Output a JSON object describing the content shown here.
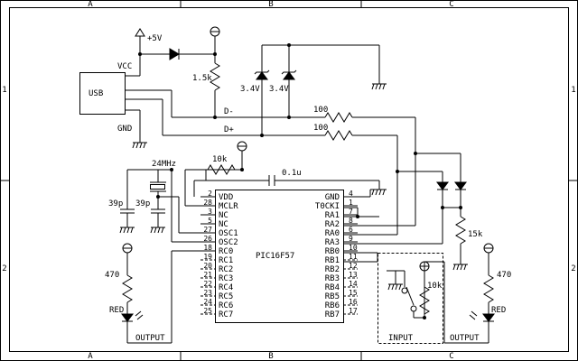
{
  "frame": {
    "columns": [
      "A",
      "B",
      "C"
    ],
    "rows": [
      "1",
      "2"
    ]
  },
  "usb": {
    "label": "USB",
    "vcc": "VCC",
    "gnd": "GND",
    "dminus": "D-",
    "dplus": "D+"
  },
  "supply": {
    "plus5v": "+5V"
  },
  "parts": {
    "r_pullup": "1.5k",
    "zener1": "3.4V",
    "zener2": "3.4V",
    "r_d1": "100",
    "r_d2": "100",
    "r_mclr": "10k",
    "c_bypass": "0.1u",
    "crystal": "24MHz",
    "c1": "39p",
    "c2": "39p",
    "r_led_left": "470",
    "r_led_right": "470",
    "led_left": "RED",
    "led_right": "RED",
    "r_pulldown": "15k",
    "r_input": "10k"
  },
  "chip": {
    "name": "PIC16F57",
    "left_pins": [
      {
        "num": "2",
        "name": "VDD"
      },
      {
        "num": "28",
        "name": "MCLR"
      },
      {
        "num": "3",
        "name": "NC"
      },
      {
        "num": "5",
        "name": "NC"
      },
      {
        "num": "27",
        "name": "OSC1"
      },
      {
        "num": "26",
        "name": "OSC2"
      },
      {
        "num": "18",
        "name": "RC0"
      },
      {
        "num": "19",
        "name": "RC1"
      },
      {
        "num": "20",
        "name": "RC2"
      },
      {
        "num": "21",
        "name": "RC3"
      },
      {
        "num": "22",
        "name": "RC4"
      },
      {
        "num": "23",
        "name": "RC5"
      },
      {
        "num": "24",
        "name": "RC6"
      },
      {
        "num": "25",
        "name": "RC7"
      }
    ],
    "right_pins": [
      {
        "num": "4",
        "name": "GND"
      },
      {
        "num": "1",
        "name": "T0CKI"
      },
      {
        "num": "7",
        "name": "RA1"
      },
      {
        "num": "8",
        "name": "RA2"
      },
      {
        "num": "6",
        "name": "RA0"
      },
      {
        "num": "9",
        "name": "RA3"
      },
      {
        "num": "10",
        "name": "RB0"
      },
      {
        "num": "11",
        "name": "RB1"
      },
      {
        "num": "12",
        "name": "RB2"
      },
      {
        "num": "13",
        "name": "RB3"
      },
      {
        "num": "14",
        "name": "RB4"
      },
      {
        "num": "15",
        "name": "RB5"
      },
      {
        "num": "16",
        "name": "RB6"
      },
      {
        "num": "17",
        "name": "RB7"
      }
    ]
  },
  "blocks": {
    "output_left": "OUTPUT",
    "input": "INPUT",
    "output_right": "OUTPUT"
  }
}
